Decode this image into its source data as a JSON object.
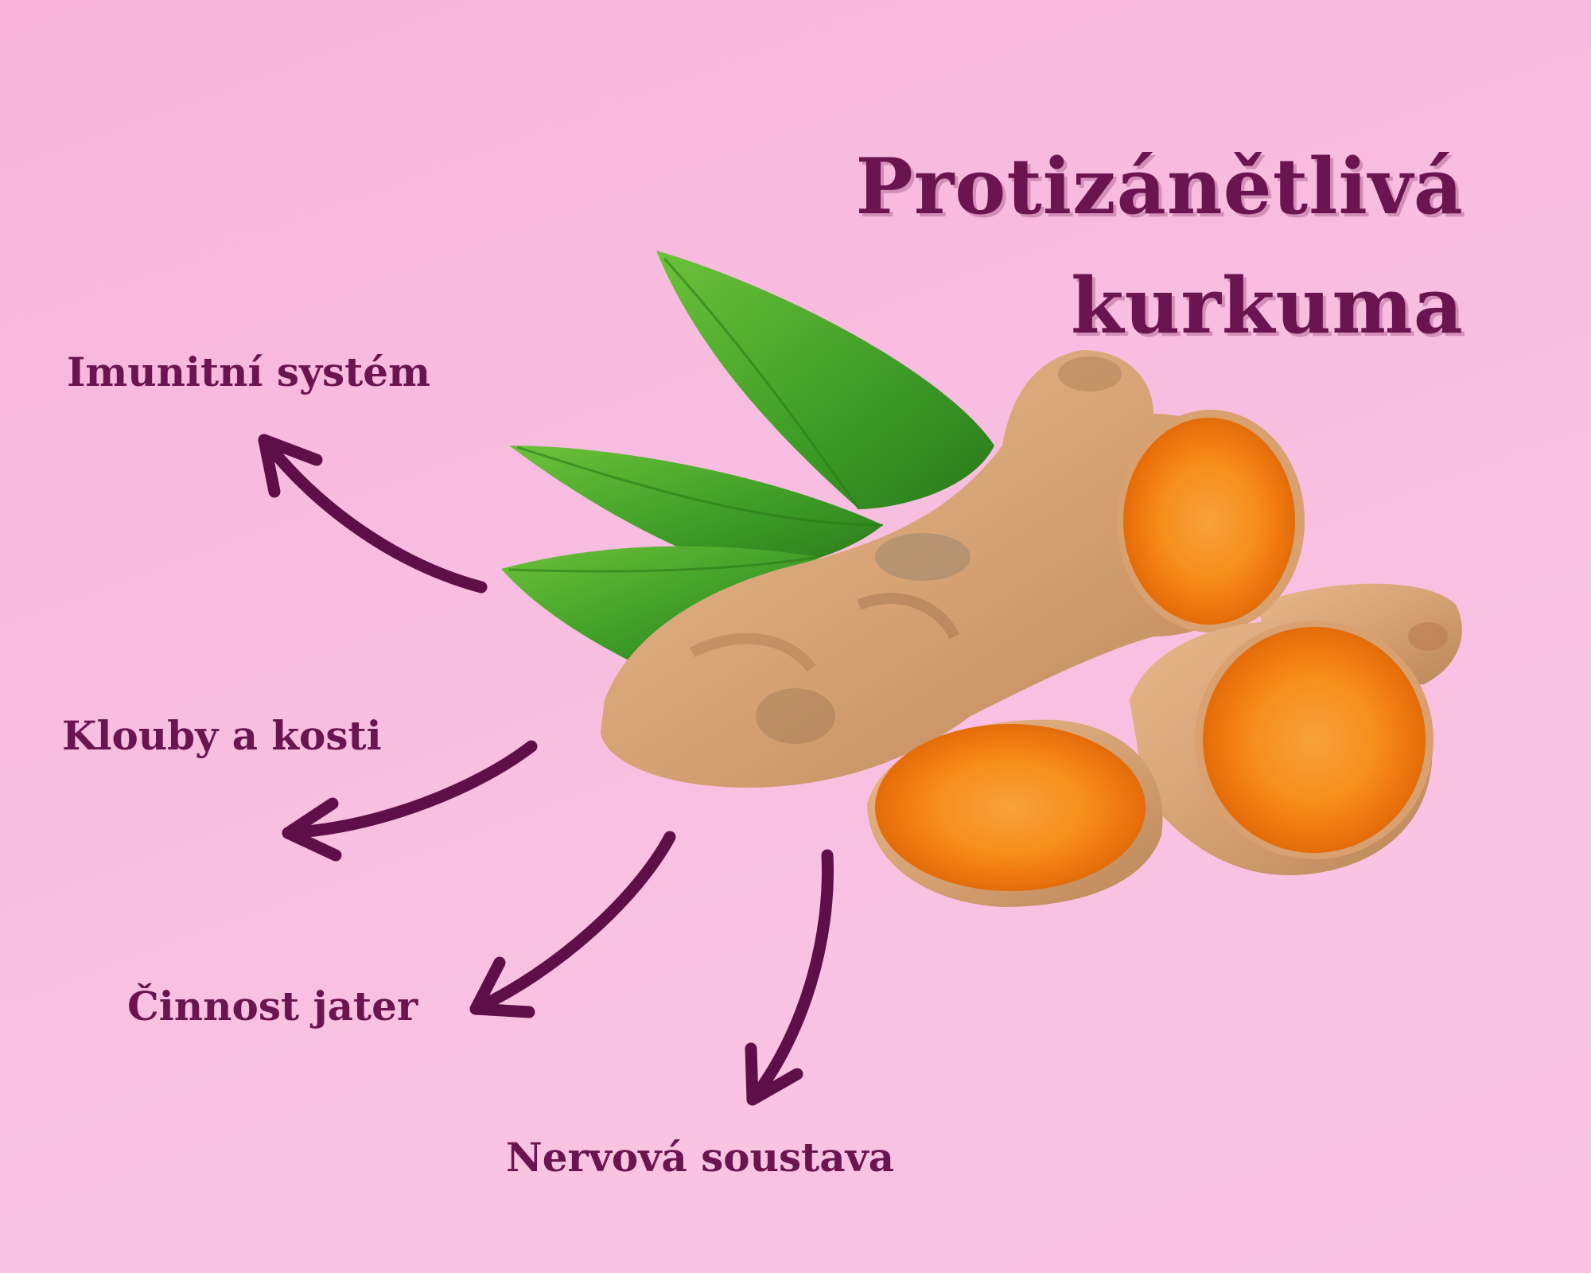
{
  "title": {
    "line1": "Protizánětlivá",
    "line2": "kurkuma"
  },
  "benefits": [
    {
      "label": "Imunitní systém"
    },
    {
      "label": "Klouby a kosti"
    },
    {
      "label": "Činnost jater"
    },
    {
      "label": "Nervová soustava"
    }
  ],
  "colors": {
    "background": "#f8bde0",
    "text": "#6a1450",
    "title_shadow": "#d48fb8",
    "arrow": "#5e0f48",
    "leaf": "#3c9b26",
    "turmeric_skin": "#d9a574",
    "turmeric_flesh": "#f38a16"
  },
  "illustration": {
    "subject": "turmeric-root-with-leaves-icon"
  }
}
